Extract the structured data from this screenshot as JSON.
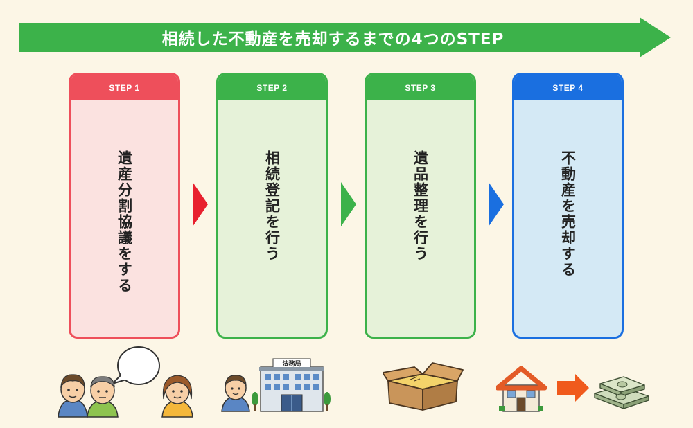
{
  "banner": {
    "title": "相続した不動産を売却するまでの4つのSTEP",
    "color": "#3cb24a"
  },
  "steps": [
    {
      "label": "STEP 1",
      "text": "遺産分割協議をする",
      "accent": "#ee4f5b",
      "bg": "#fbe2e0"
    },
    {
      "label": "STEP 2",
      "text": "相続登記を行う",
      "accent": "#3cb24a",
      "bg": "#e6f2d9"
    },
    {
      "label": "STEP 3",
      "text": "遺品整理を行う",
      "accent": "#3cb24a",
      "bg": "#e6f2d9"
    },
    {
      "label": "STEP 4",
      "text": "不動産を売却する",
      "accent": "#1a6fe0",
      "bg": "#d4e9f5"
    }
  ],
  "connector_colors": [
    "#e8202e",
    "#3cb24a",
    "#1a6fe0"
  ],
  "illustrations": {
    "step1": "family-discussion",
    "step2": "legal-affairs-bureau",
    "building_sign": "法務局",
    "step3": "cardboard-box",
    "step4": "house-to-cash"
  }
}
